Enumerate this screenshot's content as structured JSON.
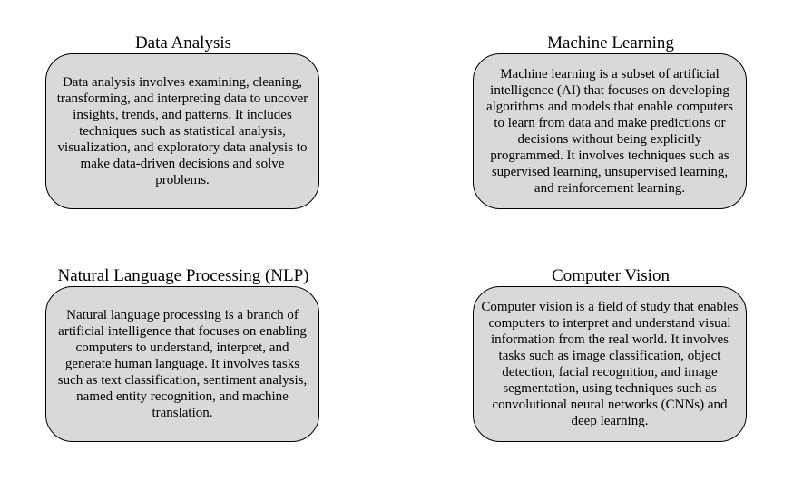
{
  "panels": [
    {
      "title": "Data Analysis",
      "text": "Data analysis involves examining, cleaning, transforming, and interpreting data to uncover insights, trends, and patterns. It includes techniques such as statistical analysis, visualization, and exploratory data analysis to make data-driven decisions and solve problems."
    },
    {
      "title": "Machine Learning",
      "text": "Machine learning is a subset of artificial intelligence (AI) that focuses on developing algorithms and models that enable computers to learn from data and make predictions or decisions without being explicitly programmed. It involves techniques such as supervised learning, unsupervised learning, and reinforcement learning."
    },
    {
      "title": "Natural Language Processing (NLP)",
      "text": "Natural language processing is a branch of artificial intelligence that focuses on enabling computers to understand, interpret, and generate human language. It involves tasks such as text classification, sentiment analysis, named entity recognition, and machine translation."
    },
    {
      "title": "Computer Vision",
      "text": "Computer vision is a field of study that enables computers to interpret and understand visual information from the real world. It involves tasks such as image classification, object detection, facial recognition, and image segmentation, using techniques such as convolutional neural networks (CNNs) and deep learning."
    }
  ],
  "colors": {
    "box_fill": "#d9d9d9",
    "box_border": "#000000",
    "text": "#000000",
    "background": "#ffffff"
  }
}
